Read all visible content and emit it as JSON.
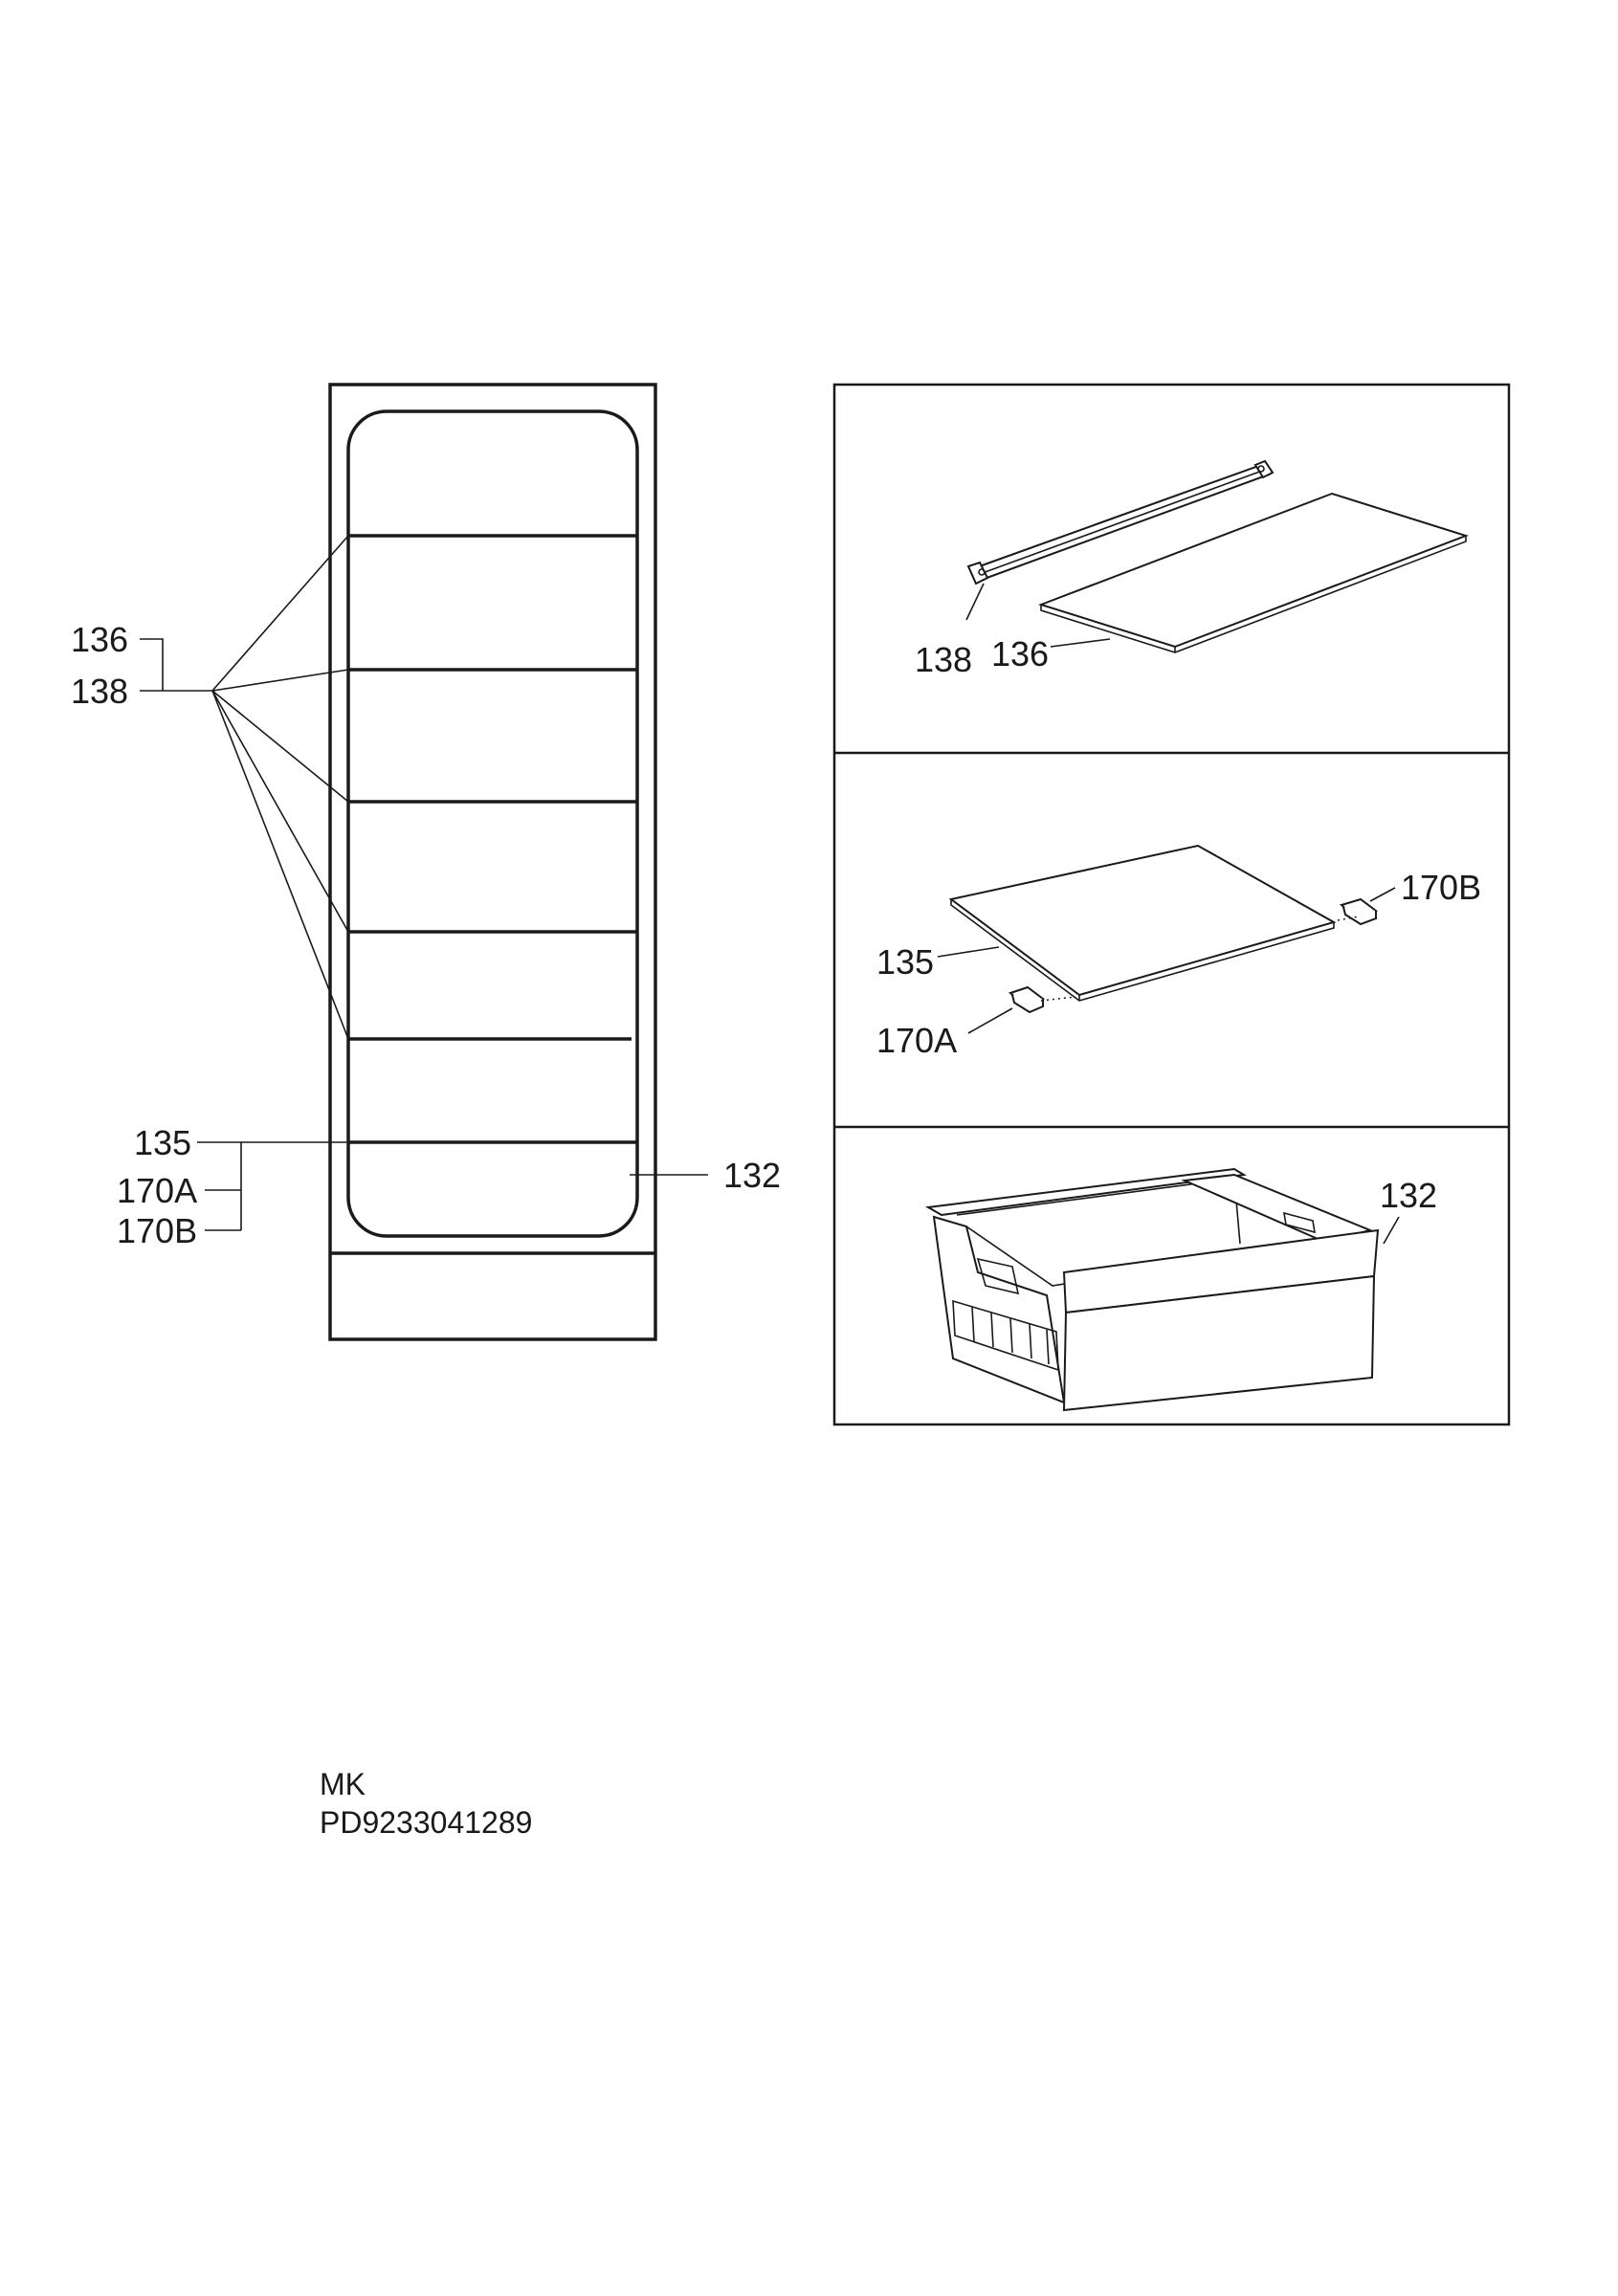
{
  "labels": {
    "l136": "136",
    "l138": "138",
    "l135": "135",
    "l170a": "170A",
    "l170b": "170B",
    "l132": "132",
    "p1_138": "138",
    "p1_136": "136",
    "p2_170b": "170B",
    "p2_135": "135",
    "p2_170a": "170A",
    "p3_132": "132"
  },
  "footer": {
    "line1": "MK",
    "line2": "PD9233041289"
  }
}
